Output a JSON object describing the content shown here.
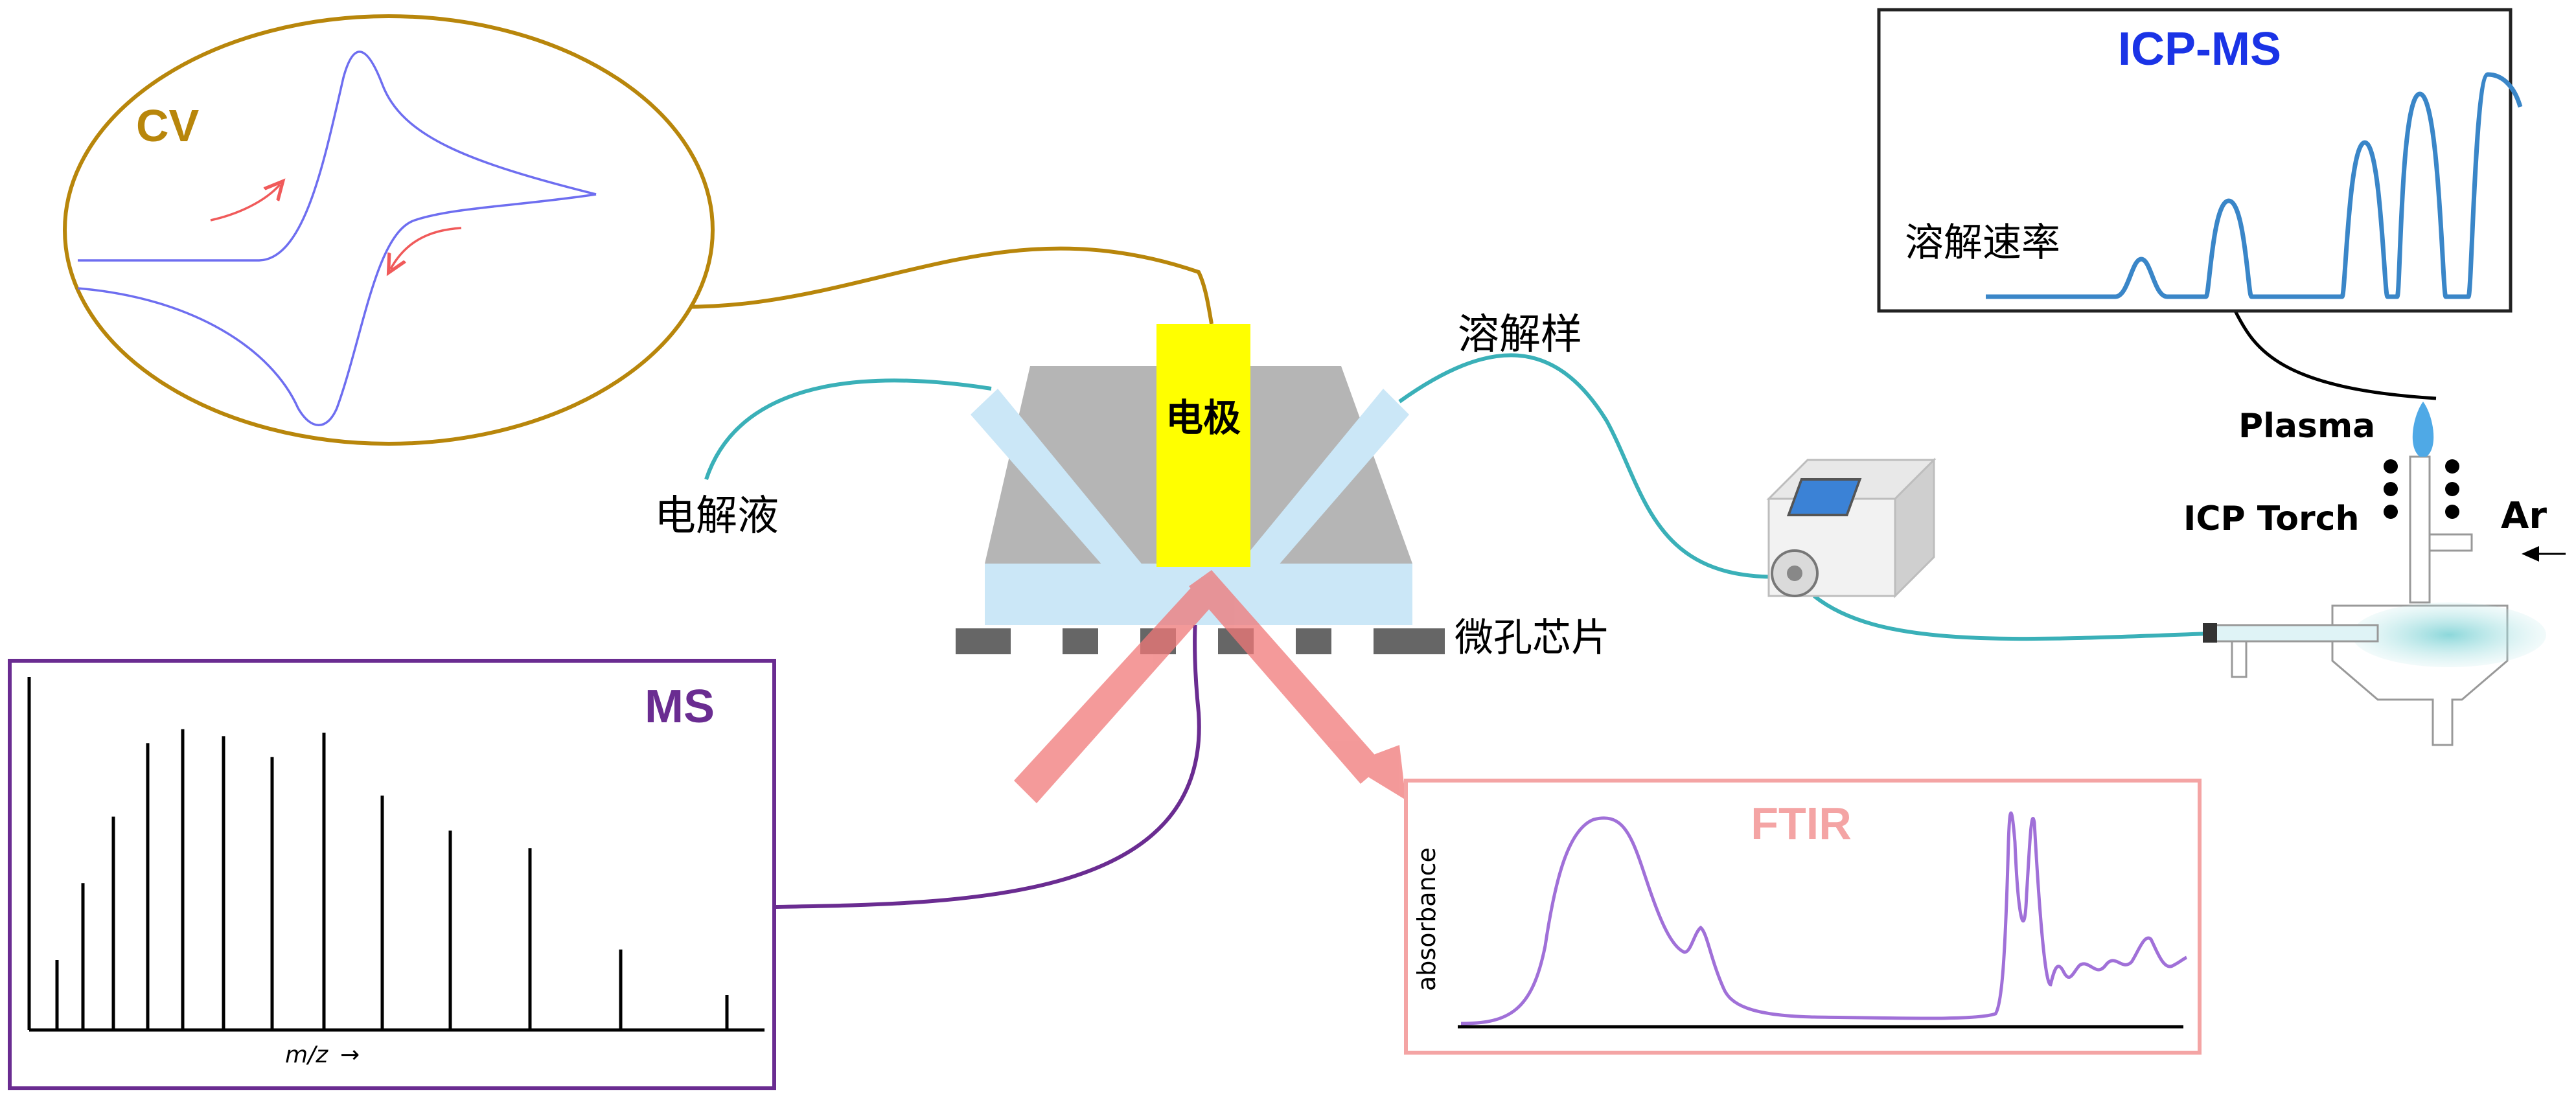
{
  "cv": {
    "title": "CV",
    "color": "#B8860B"
  },
  "ms": {
    "title": "MS",
    "xlabel": "m/z",
    "color": "#6A2C91",
    "peaks": [
      0.2,
      0.42,
      0.61,
      0.82,
      0.86,
      0.84,
      0.78,
      0.85,
      0.67,
      0.57,
      0.52,
      0.23,
      0.1
    ]
  },
  "ftir": {
    "title": "FTIR",
    "ylabel": "absorbance",
    "color": "#F4A4A4",
    "line_color": "#A070D8"
  },
  "icpms": {
    "title": "ICP-MS",
    "rate_label": "溶解速率",
    "color": "#1A33E6",
    "trace_color": "#3A86C8"
  },
  "chip": {
    "electrode": "电极",
    "chip_label": "微孔芯片"
  },
  "labels": {
    "electrolyte": "电解液",
    "dissolved_sample": "溶解样",
    "plasma": "Plasma",
    "icp_torch": "ICP Torch",
    "ar": "Ar"
  },
  "colors": {
    "tube": "#3AB0B8",
    "chip_blue": "#CBE7F7",
    "chip_gray": "#B5B5B5",
    "electrode": "#FFFF00",
    "beam": "#F07878"
  }
}
